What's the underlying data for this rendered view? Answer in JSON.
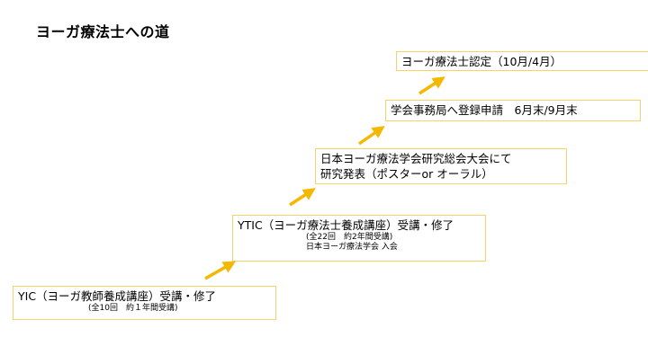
{
  "title": "ヨーガ療法士への道",
  "steps": [
    {
      "main": "YIC（ヨーガ教師養成講座）受講・修了",
      "sub": [
        "(全10回　約１年間受講)"
      ]
    },
    {
      "main": "YTIC（ヨーガ療法士養成講座）受講・修了",
      "sub": [
        "(全22回　約2年間受講)",
        "日本ヨーガ療法学会 入会"
      ]
    },
    {
      "main": "日本ヨーガ療法学会研究総会大会にて",
      "main2": "研究発表（ポスターor オーラル）"
    },
    {
      "main": "学会事務局へ登録申請　6月末/9月末"
    },
    {
      "main": "ヨーガ療法士認定（10月/4月）"
    }
  ],
  "colors": {
    "arrow": "#f5b800",
    "box_border": "#f5d26a"
  },
  "icons": [
    "arrow-up-right-icon"
  ]
}
